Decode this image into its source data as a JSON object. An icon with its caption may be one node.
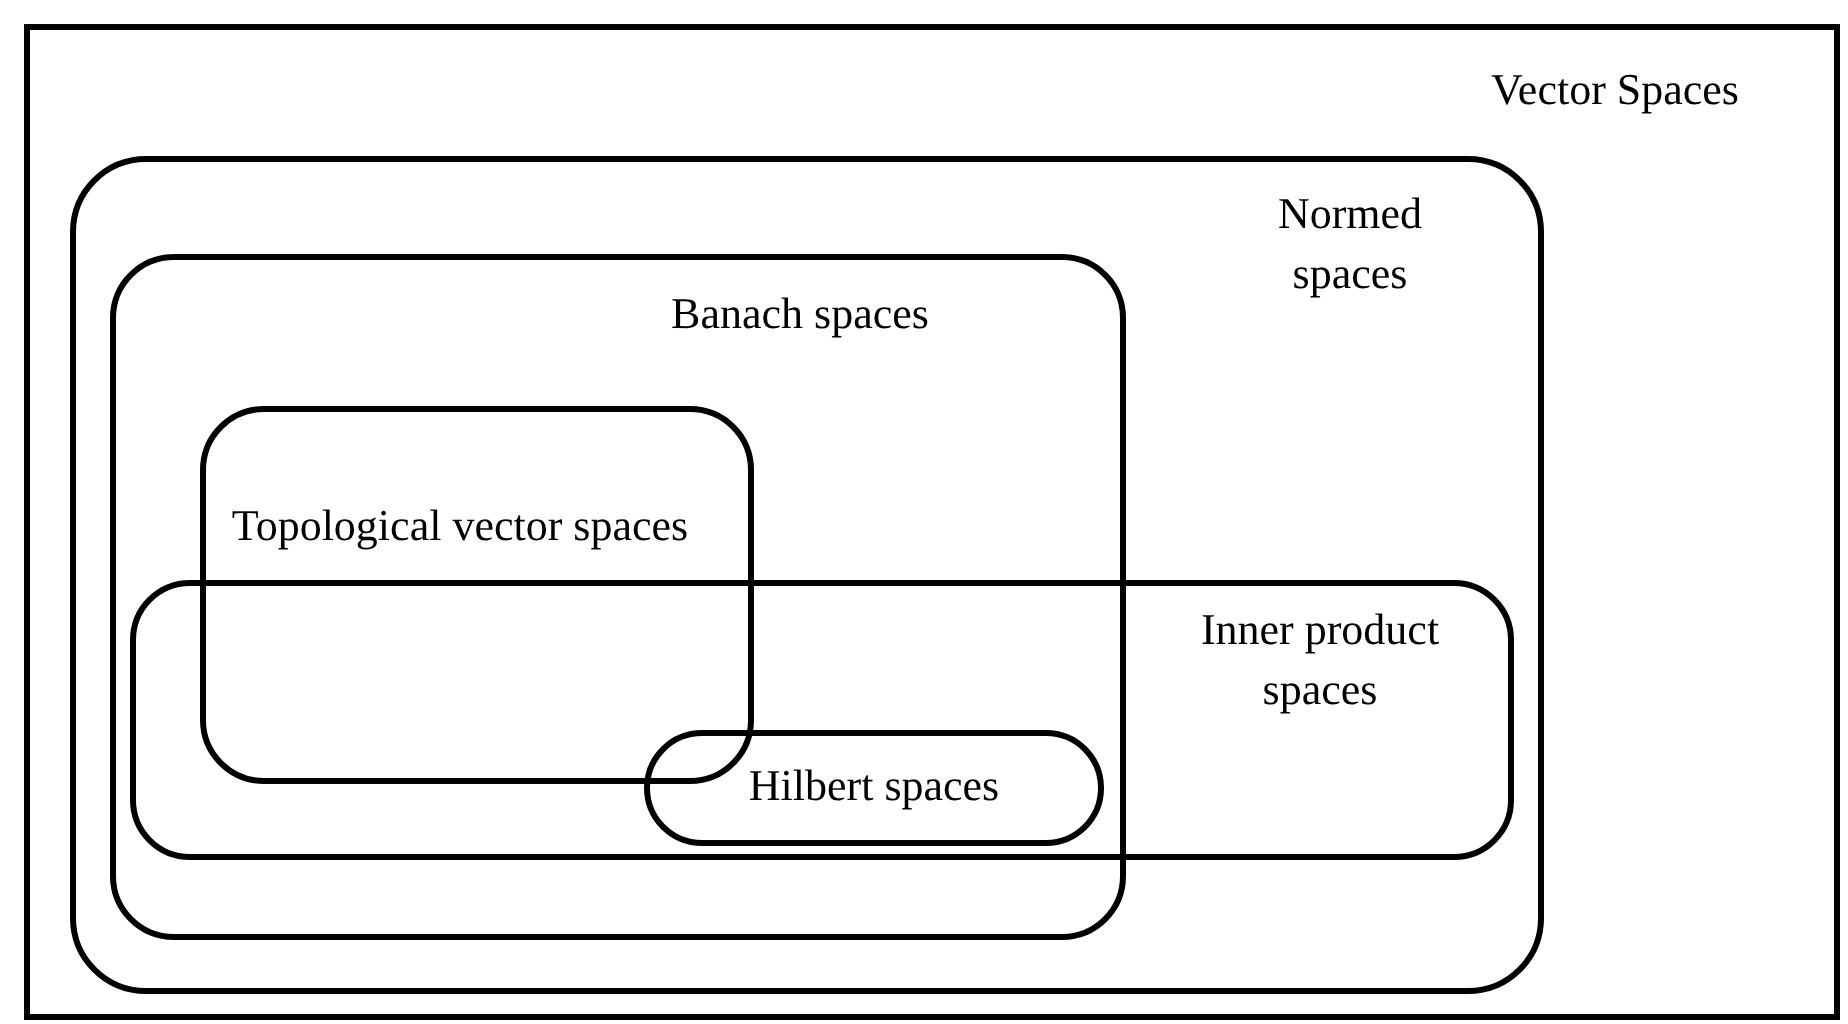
{
  "diagram": {
    "nodes": [
      {
        "text": [
          "Vector Spaces"
        ]
      },
      {
        "text": [
          "Normed spaces"
        ],
        "in": 0
      },
      {
        "text": [
          "Banach spaces"
        ],
        "in": 1
      },
      {
        "text": [
          "Topological vector spaces"
        ],
        "in": 2
      },
      {
        "text": [
          "Inner product spaces"
        ],
        "in": 1
      },
      {
        "text": [
          "Hilbert spaces"
        ]
      }
    ],
    "edges": []
  }
}
